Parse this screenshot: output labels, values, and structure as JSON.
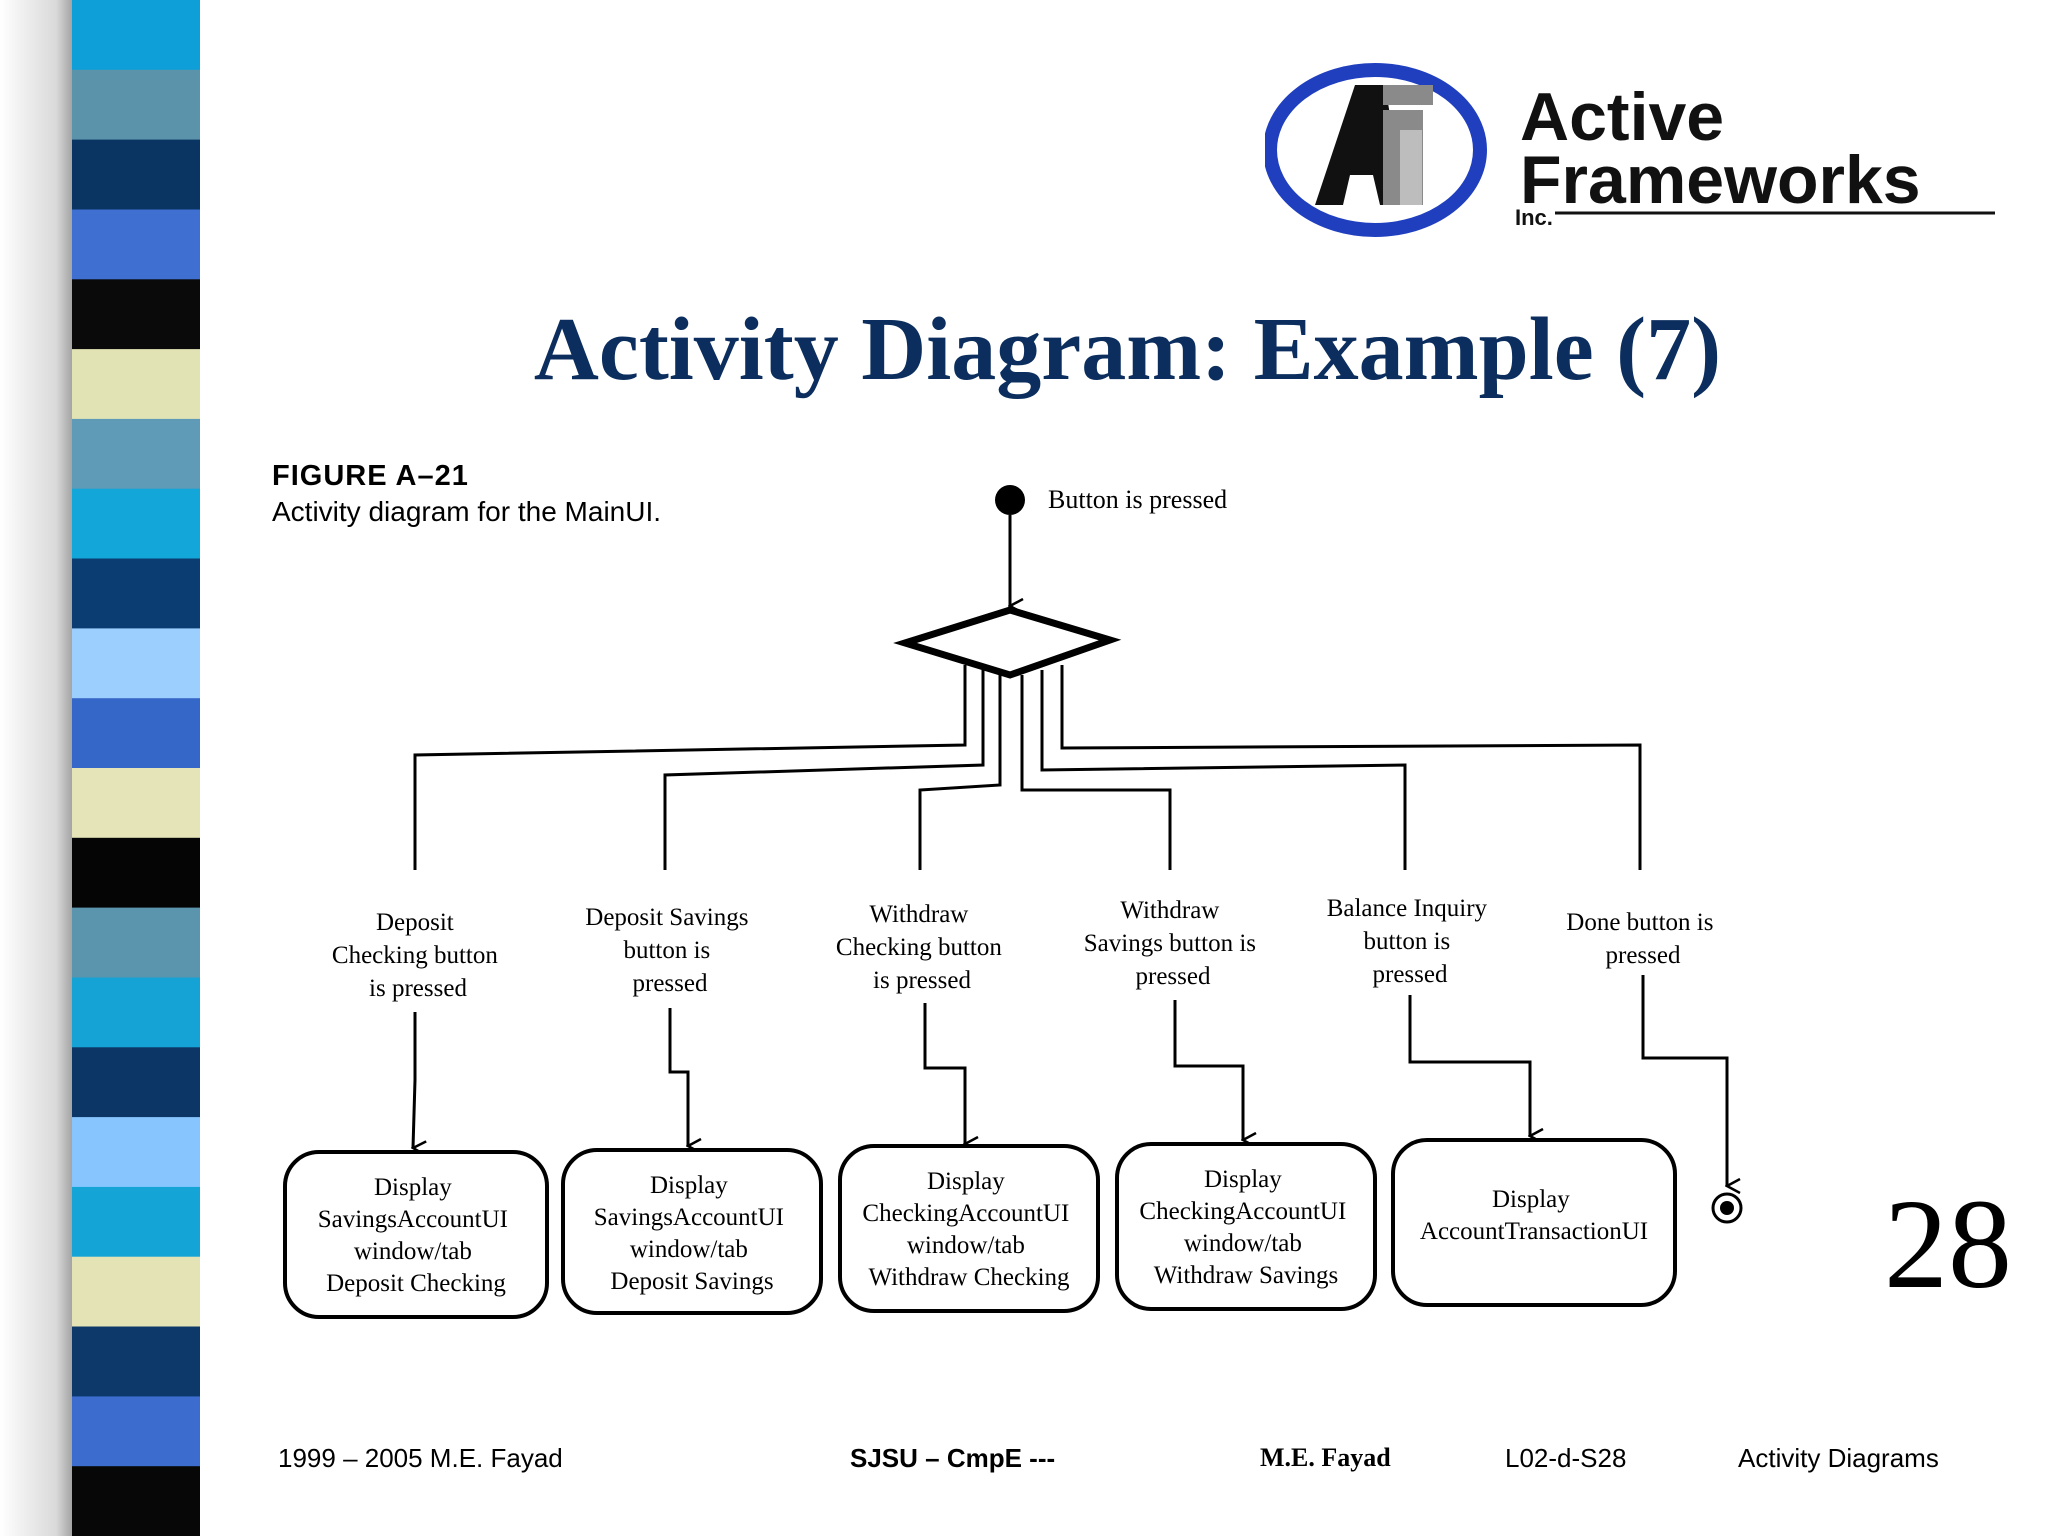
{
  "logo": {
    "line1": "Active",
    "line2": "Frameworks",
    "line3": "Inc."
  },
  "slide": {
    "title": "Activity Diagram: Example (7)",
    "page_number": "28"
  },
  "figure": {
    "label": "FIGURE A–21",
    "caption": "Activity diagram for the MainUI."
  },
  "diagram": {
    "start_label": "Button is pressed",
    "guards": [
      [
        "Deposit",
        "Checking button",
        "is pressed"
      ],
      [
        "Deposit Savings",
        "button is",
        "pressed"
      ],
      [
        "Withdraw",
        "Checking button",
        "is pressed"
      ],
      [
        "Withdraw",
        "Savings button is",
        "pressed"
      ],
      [
        "Balance Inquiry",
        "button is",
        "pressed"
      ],
      [
        "Done button is",
        "pressed"
      ]
    ],
    "activities": [
      [
        "Display",
        "SavingsAccountUI",
        "window/tab",
        "Deposit Checking"
      ],
      [
        "Display",
        "SavingsAccountUI",
        "window/tab",
        "Deposit Savings"
      ],
      [
        "Display",
        "CheckingAccountUI",
        "window/tab",
        "Withdraw Checking"
      ],
      [
        "Display",
        "CheckingAccountUI",
        "window/tab",
        "Withdraw Savings"
      ],
      [
        "Display",
        "AccountTransactionUI"
      ]
    ]
  },
  "footer": {
    "copyright": "1999 – 2005 M.E. Fayad",
    "course": "SJSU – CmpE ---",
    "author": "M.E. Fayad",
    "slide_id": "L02-d-S28",
    "topic": "Activity Diagrams"
  },
  "colors": {
    "title": "#0b2e5e",
    "logo_blue": "#1f3fbf",
    "logo_dark": "#111111"
  }
}
